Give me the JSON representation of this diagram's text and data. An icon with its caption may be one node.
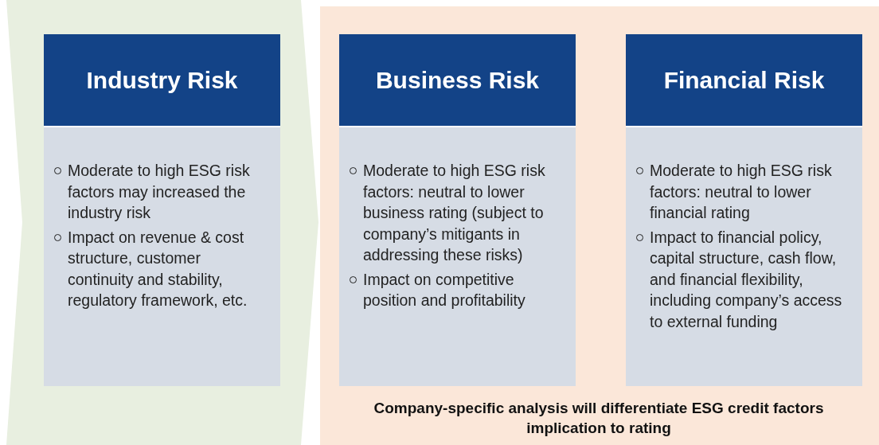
{
  "diagram": {
    "nodes": [
      {
        "text": [],
        "shape": "band"
      },
      {
        "text": [
          "Industry Risk",
          "Moderate to high ESG risk factors may increased the industry risk",
          "Impact on revenue & cost structure, customer continuity and stability, regulatory framework, etc."
        ],
        "in": 0
      },
      {
        "text": [
          "Company-specific analysis will differentiate ESG credit factors implication to rating"
        ]
      },
      {
        "text": [
          "Business Risk",
          "Moderate to high ESG risk factors: neutral to lower business rating (subject to company’s mitigants in addressing these risks)",
          "Impact on competitive position and profitability"
        ],
        "in": 2
      },
      {
        "text": [
          "Financial Risk",
          "Moderate to high ESG risk factors: neutral to lower financial rating",
          "Impact to financial policy, capital structure, cash flow, and financial flexibility, including company’s access to external funding"
        ],
        "in": 2
      }
    ]
  }
}
